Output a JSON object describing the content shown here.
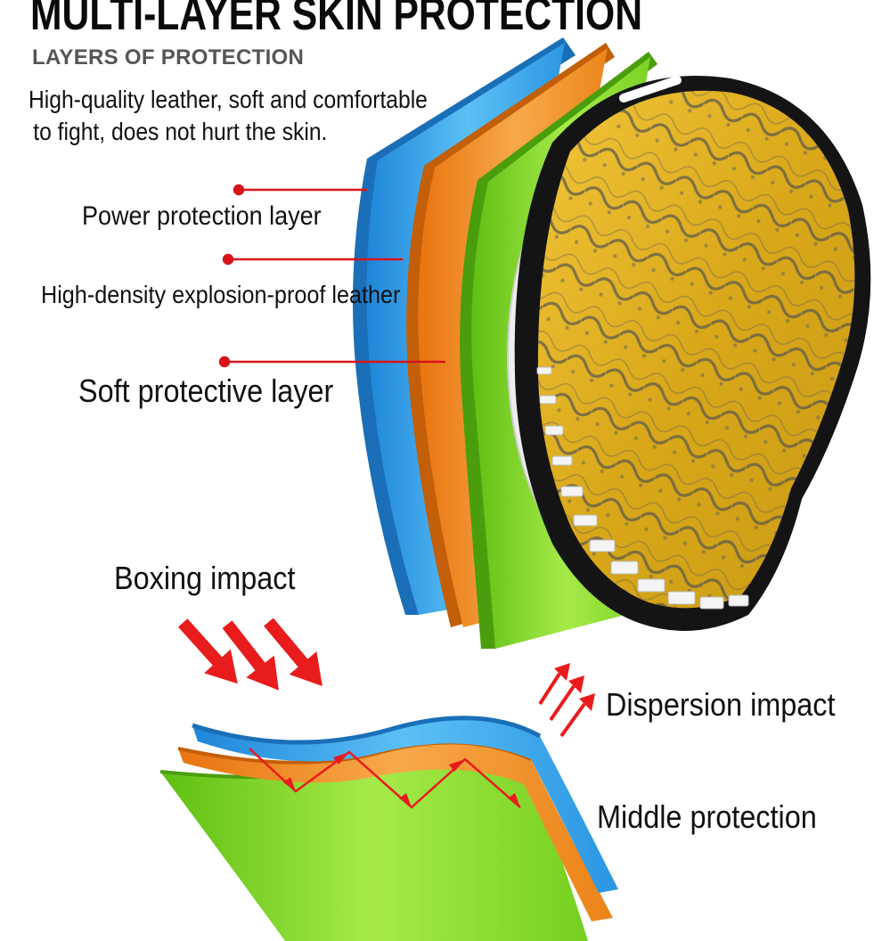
{
  "header": {
    "title": "MULTI-LAYER SKIN PROTECTION",
    "subtitle": "LAYERS OF PROTECTION",
    "description_line1": "High-quality leather, soft and comfortable",
    "description_line2": "to fight, does not hurt the skin."
  },
  "layers": {
    "power_label": "Power protection layer",
    "density_label": "High-density explosion-proof leather",
    "soft_label": "Soft protective layer"
  },
  "impact": {
    "boxing_label": "Boxing impact",
    "dispersion_label": "Dispersion impact",
    "middle_label": "Middle protection"
  },
  "colors": {
    "blue_layer": "#2f9be6",
    "orange_layer": "#f08a1e",
    "green_layer": "#7ed321",
    "arrow_red": "#e81c1c",
    "pad_yellow": "#e3b21f",
    "pad_trim": "#111111"
  }
}
